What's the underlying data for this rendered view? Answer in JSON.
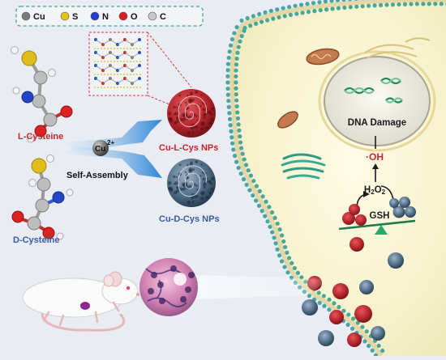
{
  "legend": {
    "items": [
      {
        "symbol": "Cu",
        "color": "#7a7a7a"
      },
      {
        "symbol": "S",
        "color": "#e3c21a"
      },
      {
        "symbol": "N",
        "color": "#1f3fcf"
      },
      {
        "symbol": "O",
        "color": "#d81e1e"
      },
      {
        "symbol": "C",
        "color": "#c8c8c8"
      }
    ]
  },
  "molecules": {
    "l_label": "L-Cysteine",
    "d_label": "D-Cysteine"
  },
  "assembly": {
    "ion_label": "Cu",
    "ion_charge": "2+",
    "process_label": "Self-Assembly"
  },
  "nanoparticles": {
    "l_label": "Cu-L-Cys NPs",
    "d_label": "Cu-D-Cys NPs"
  },
  "cell": {
    "nucleus_label": "DNA Damage",
    "radical_label": "·OH",
    "peroxide_main": "H",
    "peroxide_sub1": "2",
    "peroxide_mid": "O",
    "peroxide_sub2": "2",
    "gsh_label": "GSH"
  },
  "colors": {
    "l_red": "#c8242b",
    "d_blue": "#3b5aa6",
    "arrow_blue": "#3b8fd6",
    "membrane_head": "#46a6a0",
    "gold": "#d7b86a"
  }
}
